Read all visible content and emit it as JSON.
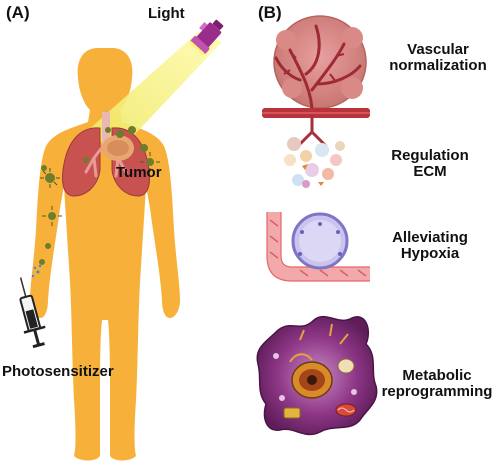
{
  "panels": {
    "a": "(A)",
    "b": "(B)"
  },
  "left": {
    "light": "Light",
    "tumor": "Tumor",
    "photosensitizer": "Photosensitizer"
  },
  "right": {
    "vascular_line1": "Vascular",
    "vascular_line2": "normalization",
    "ecm_line1": "Regulation",
    "ecm_line2": "ECM",
    "hypoxia_line1": "Alleviating",
    "hypoxia_line2": "Hypoxia",
    "metabolic_line1": "Metabolic",
    "metabolic_line2": "reprogramming"
  },
  "colors": {
    "body": "#F7B13A",
    "light_beam": "#F5F06A",
    "lung": "#C8524F",
    "vessel": "#B8343A",
    "cell_purple": "#7C2A73",
    "hypoxia_cell": "#C9C3EE"
  }
}
